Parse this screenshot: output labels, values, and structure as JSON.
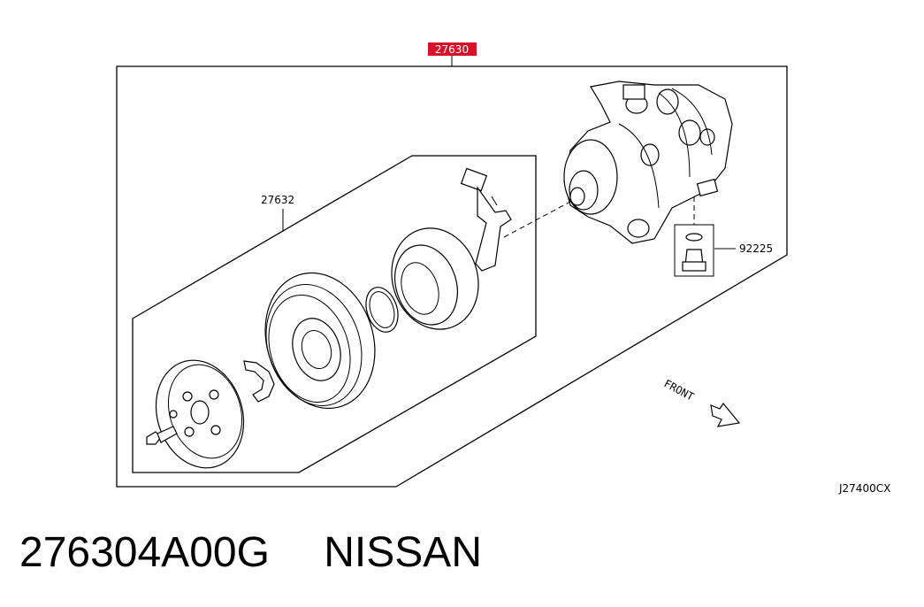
{
  "diagram": {
    "labels": {
      "main_assembly": "27630",
      "clutch_assembly": "27632",
      "valve": "92225",
      "front": "FRONT",
      "drawing_code": "J27400CX"
    },
    "colors": {
      "highlight": "#d8102a",
      "ink": "#000000"
    }
  },
  "caption": {
    "part_number": "276304A00G",
    "brand": "NISSAN"
  }
}
